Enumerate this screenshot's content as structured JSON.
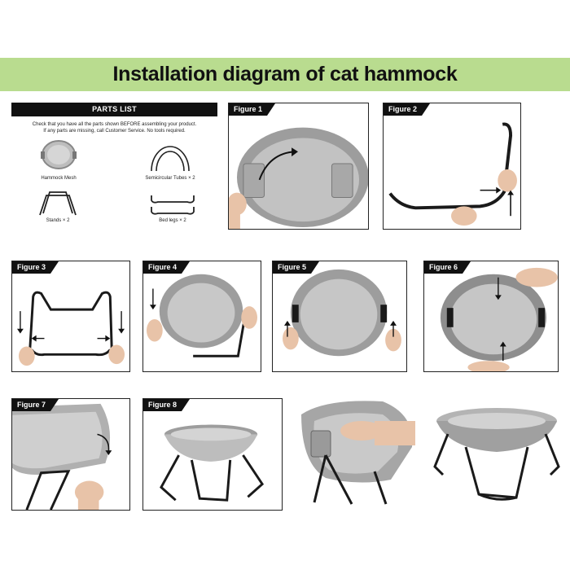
{
  "title": "Installation diagram of cat hammock",
  "parts_list": {
    "header": "PARTS LIST",
    "note_line1": "Check that you have all the parts shown BEFORE assembling your product.",
    "note_line2": "If any parts are missing, call Customer Service. No tools required.",
    "items": [
      {
        "label": "Hammock Mesh"
      },
      {
        "label": "Semicircular Tubes × 2"
      },
      {
        "label": "Stands × 2"
      },
      {
        "label": "Bed legs × 2"
      }
    ]
  },
  "figures": [
    {
      "label": "Figure 1"
    },
    {
      "label": "Figure 2"
    },
    {
      "label": "Figure 3"
    },
    {
      "label": "Figure 4"
    },
    {
      "label": "Figure 5"
    },
    {
      "label": "Figure 6"
    },
    {
      "label": "Figure 7"
    },
    {
      "label": "Figure 8"
    }
  ],
  "colors": {
    "title_band": "#b9dc8f",
    "mesh": "#a9a9a9",
    "frame": "#1a1a1a",
    "skin": "#e8c3a8"
  }
}
